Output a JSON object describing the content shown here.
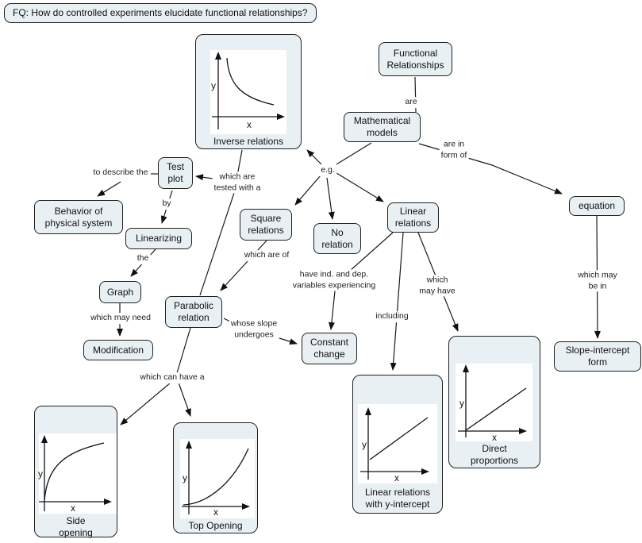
{
  "title": "FQ: How do controlled experiments elucidate functional relationships?",
  "nodes": {
    "functional_relationships": "Functional\nRelationships",
    "mathematical_models": "Mathematical\nmodels",
    "inverse_relations": "Inverse relations",
    "test_plot": "Test\nplot",
    "behavior_of_physical_system": "Behavior of\nphysical system",
    "linearizing": "Linearizing",
    "graph": "Graph",
    "modification": "Modification",
    "square_relations": "Square\nrelations",
    "no_relation": "No\nrelation",
    "linear_relations": "Linear\nrelations",
    "parabolic_relation": "Parabolic\nrelation",
    "constant_change": "Constant\nchange",
    "equation": "equation",
    "slope_intercept_form": "Slope-intercept\nform",
    "side_opening": "Side\nopening",
    "top_opening": "Top Opening",
    "linear_relations_with_y_intercept": "Linear relations\nwith y-intercept",
    "direct_proportions": "Direct\nproportions"
  },
  "links": {
    "are": "are",
    "are_in_form_of": "are in\nform of",
    "eg": "e.g.",
    "which_are_tested_with_a": "which are\ntested with a",
    "to_describe_the": "to describe the",
    "by": "by",
    "the": "the",
    "which_may_need": "which may need",
    "which_are_of": "which are of",
    "have_ind_dep": "have ind. and dep.\nvariables experiencing",
    "whose_slope_undergoes": "whose slope\nundergoes",
    "including": "including",
    "which_may_have": "which\nmay have",
    "which_may_be_in": "which may\nbe in",
    "which_can_have_a": "which can have a"
  },
  "axes": {
    "x": "x",
    "y": "y"
  },
  "colors": {
    "node_fill": "#e9f0f4",
    "node_border": "#202020",
    "line": "#1a1a1a",
    "canvas": "#ffffff"
  }
}
